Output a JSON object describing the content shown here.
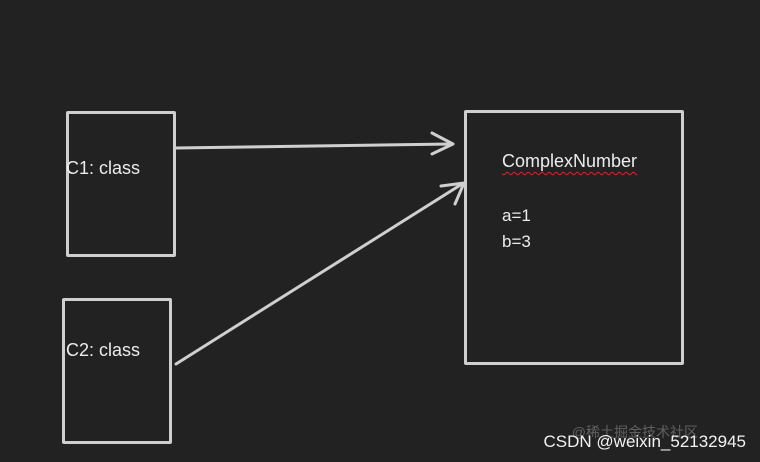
{
  "boxes": {
    "c1": {
      "label": "C1:  class"
    },
    "c2": {
      "label": "C2:  class"
    },
    "object": {
      "title": "ComplexNumber",
      "fields": [
        "a=1",
        "b=3"
      ]
    }
  },
  "watermark": {
    "primary": "CSDN @weixin_52132945",
    "secondary": "@稀土掘金技术社区"
  },
  "colors": {
    "background": "#222222",
    "stroke": "#cfcfcf",
    "text": "#ececec",
    "spellcheck_underline": "#d9262c"
  }
}
